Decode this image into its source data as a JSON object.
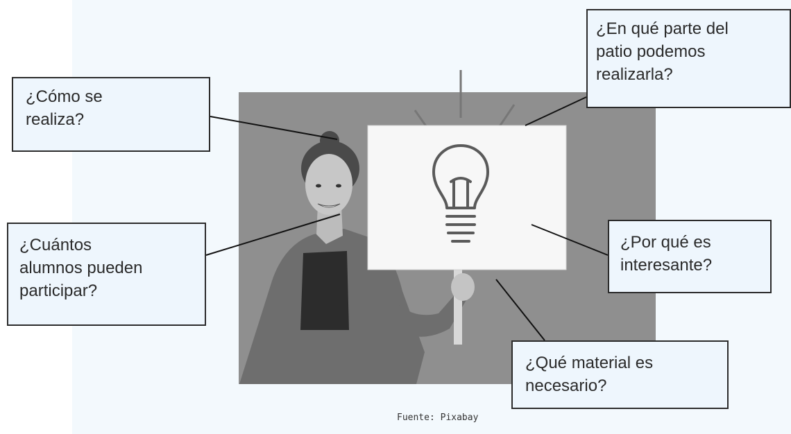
{
  "questions": {
    "como": [
      "¿Cómo se",
      "realiza?"
    ],
    "donde": [
      "¿En qué parte del",
      "patio podemos",
      "realizarla?"
    ],
    "cuantos": [
      "¿Cuántos",
      "alumnos pueden",
      "participar?"
    ],
    "porque": [
      "¿Por qué es",
      "interesante?"
    ],
    "material": [
      "¿Qué material es",
      "necesario?"
    ]
  },
  "source_caption": "Fuente: Pixabay",
  "colors": {
    "panel_background": "#f3f9fd",
    "box_fill": "#eef6fd",
    "photo_background": "#8f8f8f"
  },
  "illustration": {
    "subject": "woman-holding-sign",
    "sign_icon": "lightbulb-icon"
  }
}
